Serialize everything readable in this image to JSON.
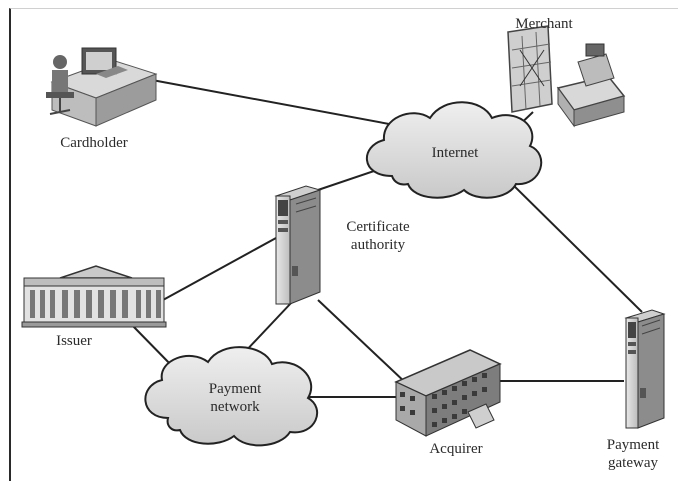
{
  "diagram": {
    "nodes": {
      "cardholder": "Cardholder",
      "merchant": "Merchant",
      "internet": "Internet",
      "certificate_authority_line1": "Certificate",
      "certificate_authority_line2": "authority",
      "issuer": "Issuer",
      "payment_network_line1": "Payment",
      "payment_network_line2": "network",
      "acquirer": "Acquirer",
      "payment_gateway_line1": "Payment",
      "payment_gateway_line2": "gateway"
    },
    "connections": [
      [
        "Cardholder",
        "Internet"
      ],
      [
        "Merchant",
        "Internet"
      ],
      [
        "Internet",
        "Certificate authority"
      ],
      [
        "Internet",
        "Payment gateway"
      ],
      [
        "Certificate authority",
        "Issuer"
      ],
      [
        "Certificate authority",
        "Payment network"
      ],
      [
        "Certificate authority",
        "Acquirer"
      ],
      [
        "Issuer",
        "Payment network"
      ],
      [
        "Payment network",
        "Acquirer"
      ],
      [
        "Acquirer",
        "Payment gateway"
      ]
    ]
  }
}
